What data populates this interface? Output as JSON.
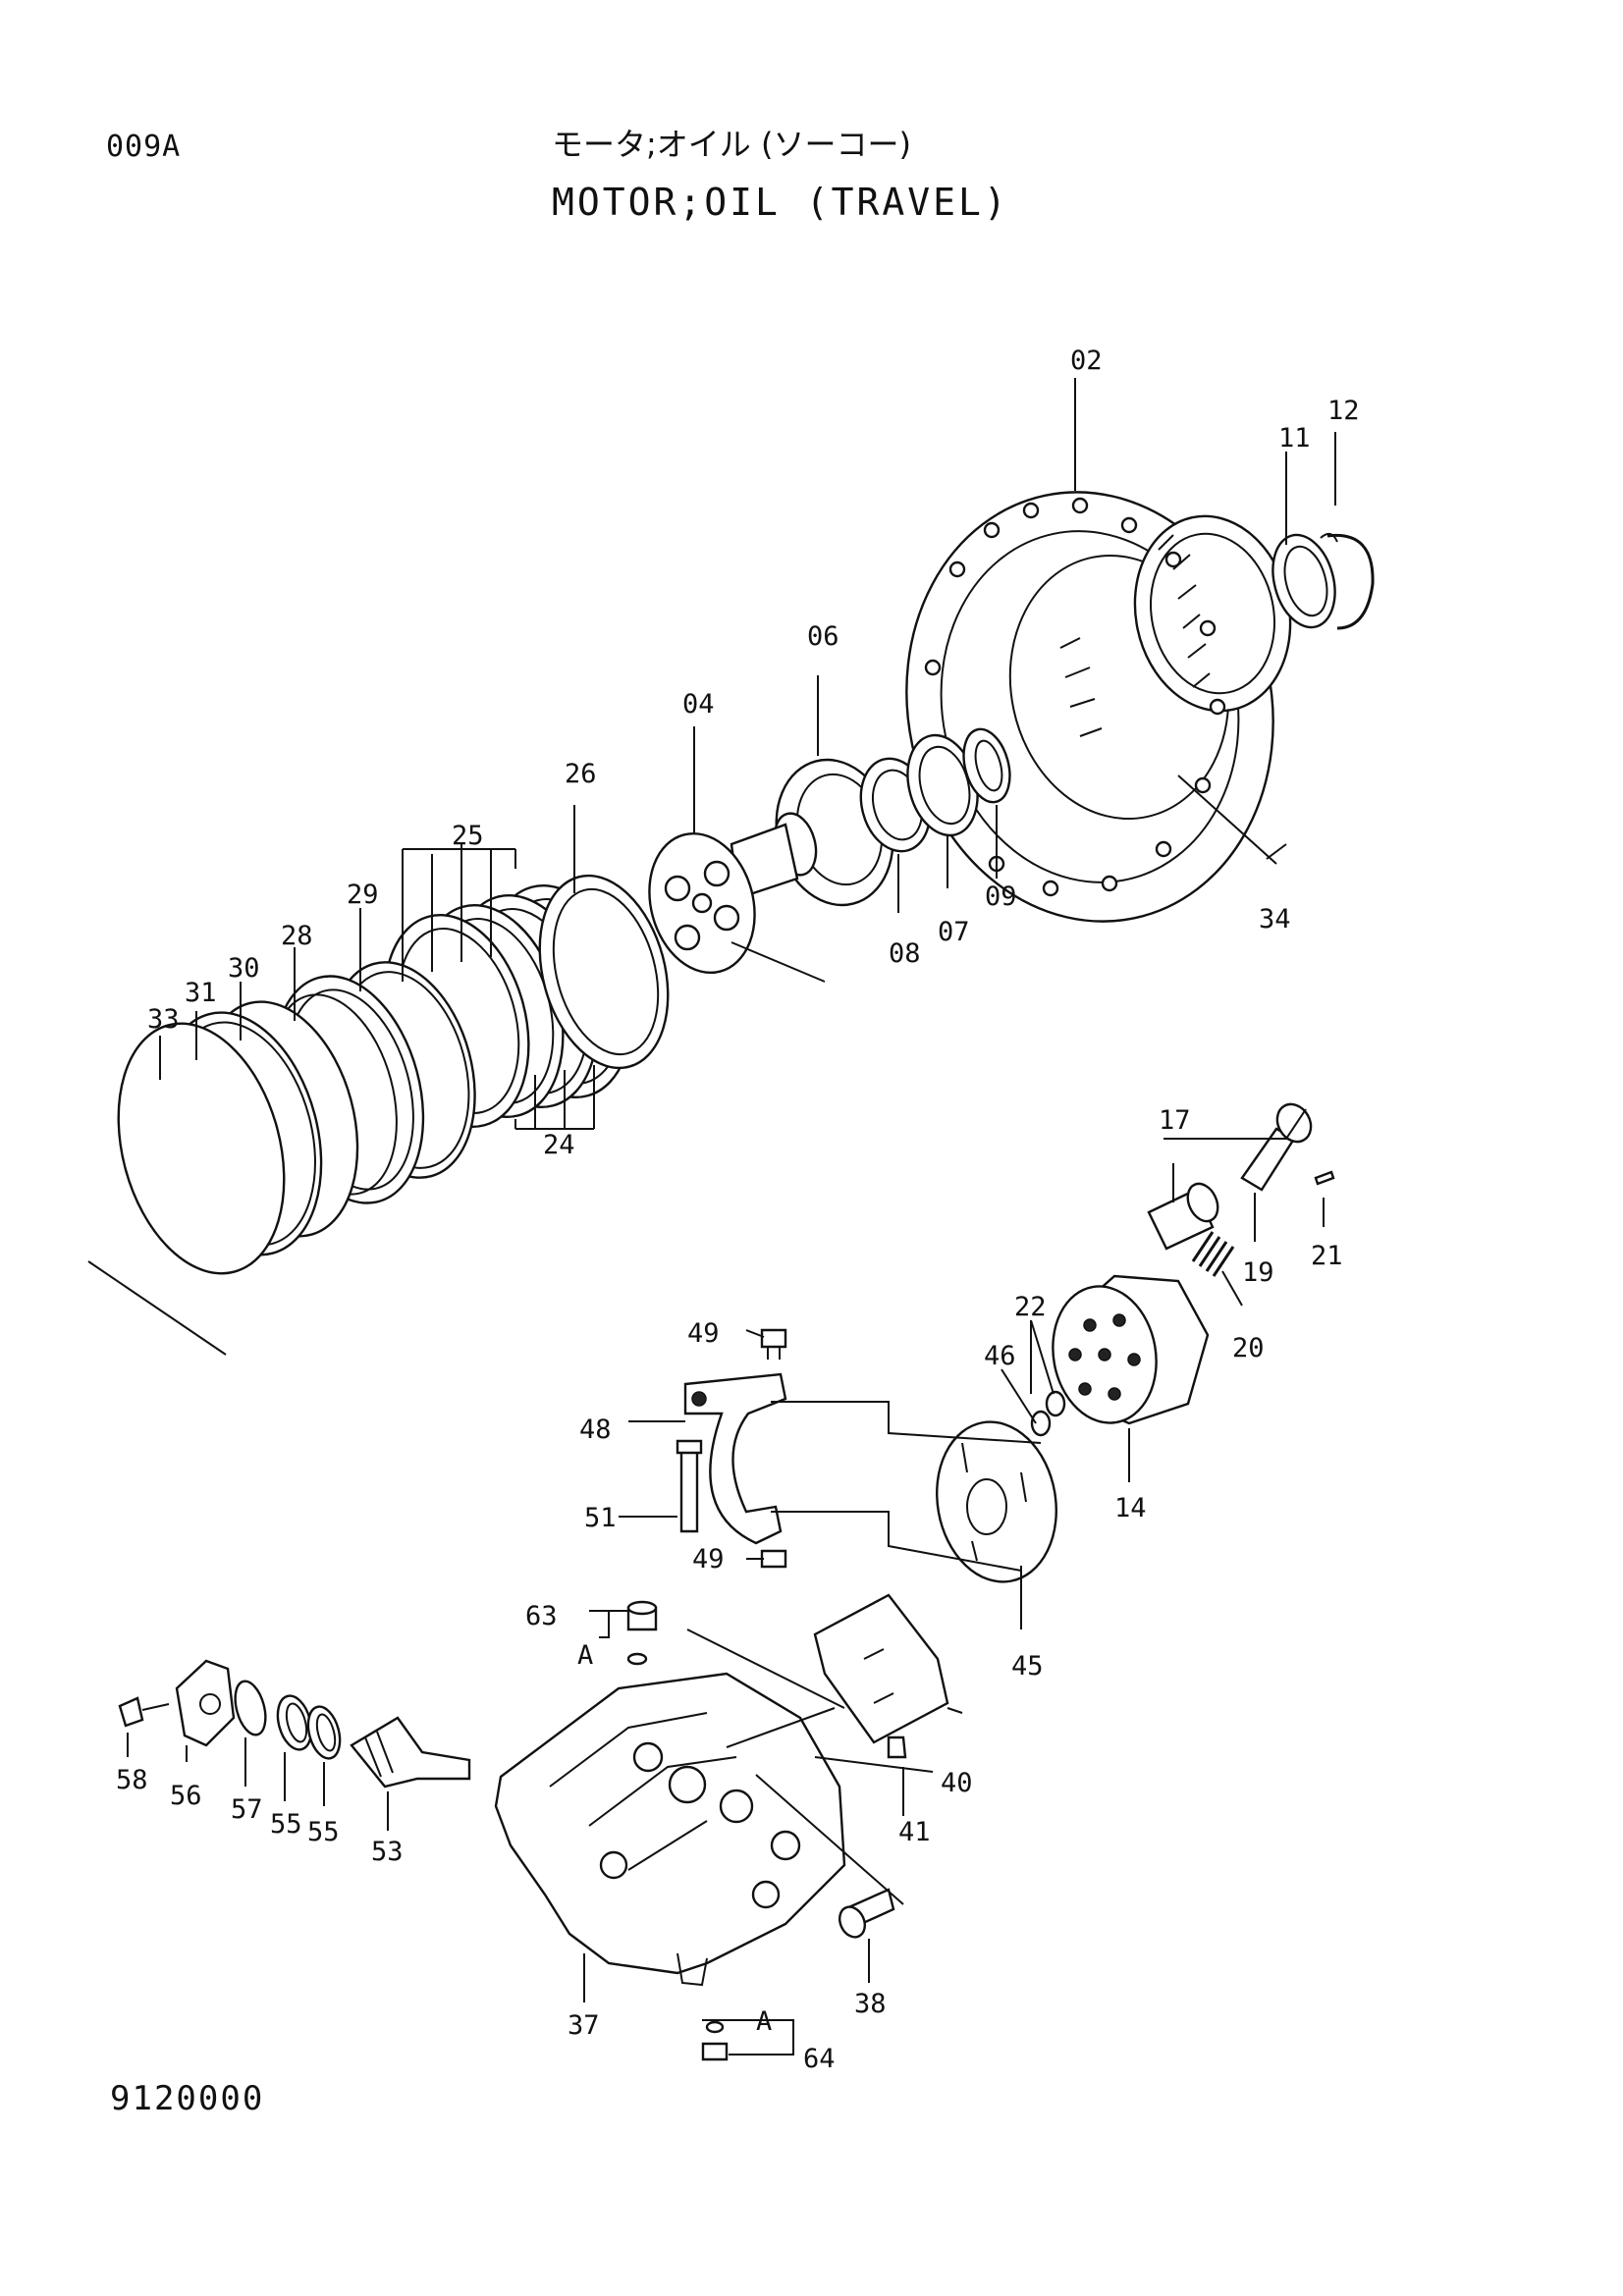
{
  "header": {
    "page_code": "009A",
    "title_jp": "モータ;オイル (ソーコー)",
    "title_en": "MOTOR;OIL (TRAVEL)"
  },
  "footer": {
    "doc_code": "9120000"
  },
  "callouts": {
    "p02": "02",
    "p11": "11",
    "p12": "12",
    "p34": "34",
    "p06": "06",
    "p04": "04",
    "p08": "08",
    "p07": "07",
    "p09": "09",
    "p26": "26",
    "p25": "25",
    "p24": "24",
    "p29": "29",
    "p28": "28",
    "p30": "30",
    "p31": "31",
    "p33": "33",
    "p17": "17",
    "p19": "19",
    "p21": "21",
    "p20": "20",
    "p22": "22",
    "p46": "46",
    "p14": "14",
    "p49a": "49",
    "p49b": "49",
    "p48": "48",
    "p51": "51",
    "p45": "45",
    "p63": "63",
    "pA1": "A",
    "p58": "58",
    "p56": "56",
    "p57": "57",
    "p55a": "55",
    "p55b": "55",
    "p53": "53",
    "p40": "40",
    "p41": "41",
    "p37": "37",
    "p38": "38",
    "pA2": "A",
    "p64": "64"
  }
}
